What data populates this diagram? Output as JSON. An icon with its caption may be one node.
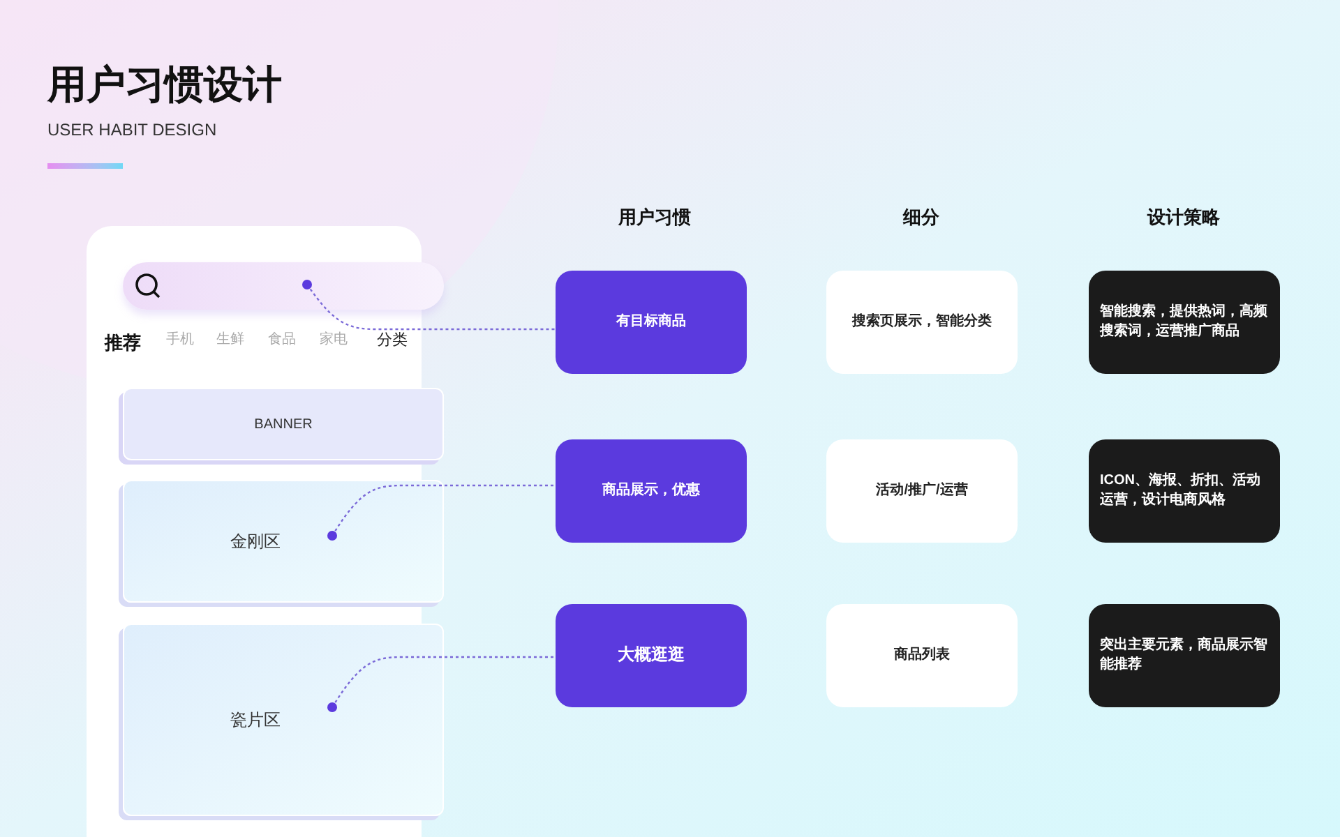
{
  "diagram": {
    "title": "用户习惯设计",
    "nodes": [
      {
        "text": [],
        "shape": "box"
      },
      {
        "text": [
          "BANNER"
        ]
      },
      {
        "text": [
          "金刚区"
        ]
      },
      {
        "text": [
          "瓷片区"
        ]
      },
      {
        "text": [
          "有目标商品"
        ]
      },
      {
        "text": [
          "商品展示，优惠"
        ]
      },
      {
        "text": [
          "大概逛逛"
        ]
      },
      {
        "text": [
          "搜索页展示，智能分类"
        ]
      },
      {
        "text": [
          "活动/推广/运营"
        ]
      },
      {
        "text": [
          "商品列表"
        ]
      },
      {
        "text": [
          "智能搜索，提供热词，高频搜索词，运营推广商品"
        ]
      },
      {
        "text": [
          "ICON、海报、折扣、活动运营，设计电商风格"
        ]
      },
      {
        "text": [
          "突出主要元素，商品展示智能推荐"
        ]
      }
    ],
    "edges": [
      {
        "from": 0,
        "to": 4,
        "arrow": "other",
        "style": "dashed"
      },
      {
        "from": 2,
        "to": 5,
        "arrow": "other",
        "style": "dashed"
      },
      {
        "from": 3,
        "to": 6,
        "arrow": "other",
        "style": "dashed"
      }
    ],
    "labels": [
      "USER HABIT DESIGN",
      "推荐",
      "手机",
      "生鲜",
      "食品",
      "家电",
      "分类",
      "用户习惯",
      "细分",
      "设计策略"
    ]
  }
}
